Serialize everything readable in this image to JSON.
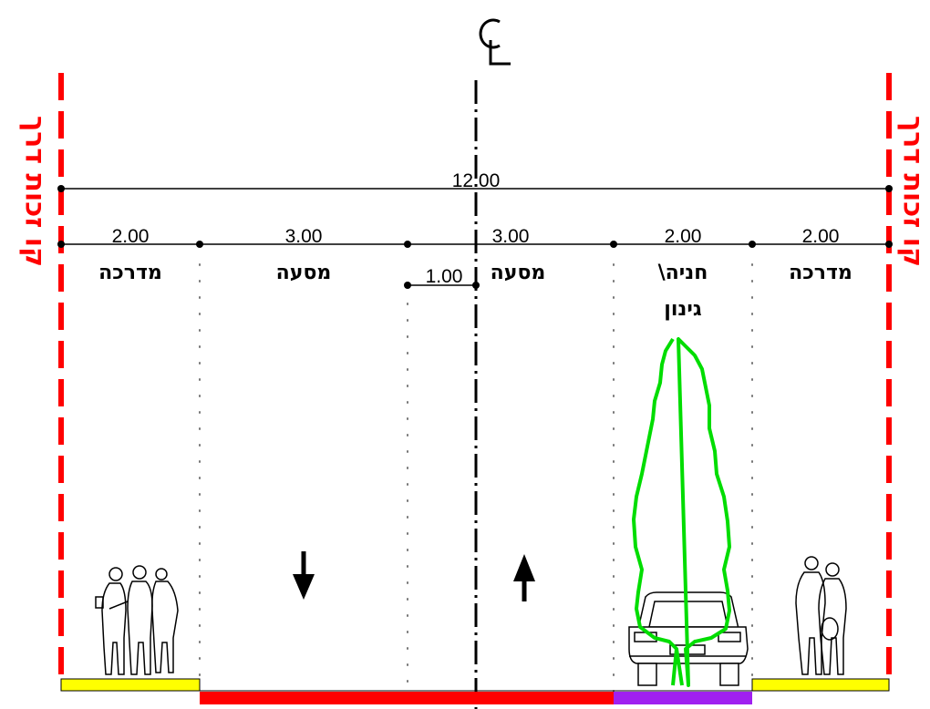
{
  "centerline_label": "CL",
  "row_label": "קו זכות דרך",
  "total_width": "12.00",
  "offset_dim": "1.00",
  "colors": {
    "row_line": "#ff0000",
    "sidewalk": "#ffff00",
    "roadway": "#ff0000",
    "parking": "#a020f0",
    "tree": "#00dd00"
  },
  "lanes": [
    {
      "width": "2.00",
      "name": "מדרכה",
      "name2": ""
    },
    {
      "width": "3.00",
      "name": "מסעה",
      "name2": ""
    },
    {
      "width": "3.00",
      "name": "מסעה",
      "name2": ""
    },
    {
      "width": "2.00",
      "name": "חניה\\",
      "name2": "גינון"
    },
    {
      "width": "2.00",
      "name": "מדרכה",
      "name2": ""
    }
  ]
}
